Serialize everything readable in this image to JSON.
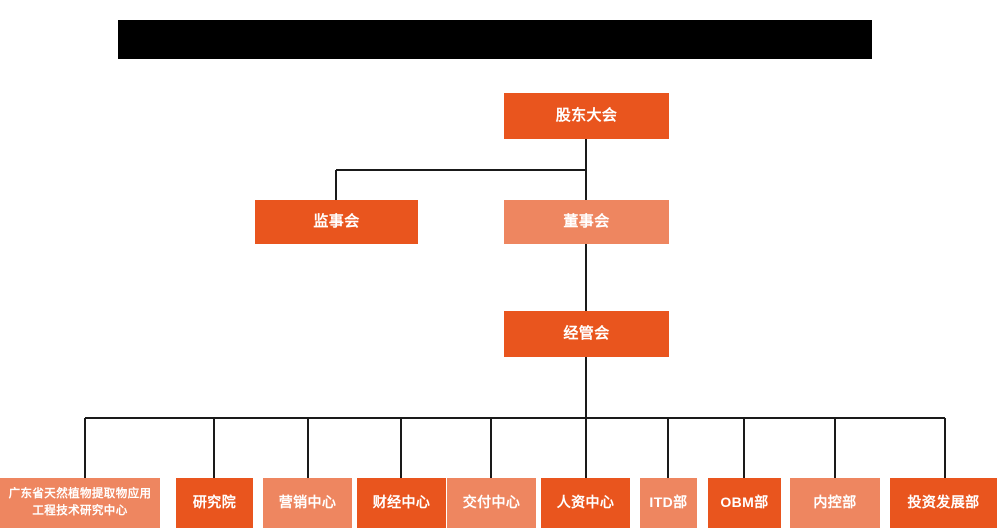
{
  "chart_data": {
    "type": "diagram",
    "diagram_type": "organization-chart",
    "title": "",
    "title_redacted": true,
    "orientation": "top-down",
    "colors": {
      "background": "#ffffff",
      "node_strong": "#E9551E",
      "node_light": "#EE8660",
      "node_text": "#ffffff",
      "connector": "#1a1a1a",
      "redaction": "#000000"
    },
    "levels": [
      {
        "level": 1,
        "nodes": [
          {
            "id": "shareholders",
            "label": "股东大会",
            "fill": "#E9551E"
          }
        ]
      },
      {
        "level": 2,
        "nodes": [
          {
            "id": "supervisors",
            "label": "监事会",
            "fill": "#E9551E"
          },
          {
            "id": "board",
            "label": "董事会",
            "fill": "#EE8660"
          }
        ]
      },
      {
        "level": 3,
        "nodes": [
          {
            "id": "management",
            "label": "经管会",
            "fill": "#E9551E"
          }
        ]
      },
      {
        "level": 4,
        "nodes": [
          {
            "id": "dept-1",
            "label": "广东省天然植物提取物应用工程技术研究中心",
            "fill": "#EE8660",
            "multiline": true
          },
          {
            "id": "dept-2",
            "label": "研究院",
            "fill": "#E9551E"
          },
          {
            "id": "dept-3",
            "label": "营销中心",
            "fill": "#EE8660"
          },
          {
            "id": "dept-4",
            "label": "财经中心",
            "fill": "#E9551E"
          },
          {
            "id": "dept-5",
            "label": "交付中心",
            "fill": "#EE8660"
          },
          {
            "id": "dept-6",
            "label": "人资中心",
            "fill": "#E9551E"
          },
          {
            "id": "dept-7",
            "label": "ITD部",
            "fill": "#EE8660"
          },
          {
            "id": "dept-8",
            "label": "OBM部",
            "fill": "#E9551E"
          },
          {
            "id": "dept-9",
            "label": "内控部",
            "fill": "#EE8660"
          },
          {
            "id": "dept-10",
            "label": "投资发展部",
            "fill": "#E9551E"
          }
        ]
      }
    ],
    "edges": [
      {
        "from": "shareholders",
        "to": "supervisors"
      },
      {
        "from": "shareholders",
        "to": "board"
      },
      {
        "from": "board",
        "to": "management"
      },
      {
        "from": "management",
        "to": "dept-1"
      },
      {
        "from": "management",
        "to": "dept-2"
      },
      {
        "from": "management",
        "to": "dept-3"
      },
      {
        "from": "management",
        "to": "dept-4"
      },
      {
        "from": "management",
        "to": "dept-5"
      },
      {
        "from": "management",
        "to": "dept-6"
      },
      {
        "from": "management",
        "to": "dept-7"
      },
      {
        "from": "management",
        "to": "dept-8"
      },
      {
        "from": "management",
        "to": "dept-9"
      },
      {
        "from": "management",
        "to": "dept-10"
      }
    ]
  },
  "header": {
    "redacted_label": ""
  },
  "tier1": {
    "shareholders": "股东大会"
  },
  "tier2": {
    "supervisors": "监事会",
    "board": "董事会"
  },
  "tier3": {
    "management": "经管会"
  },
  "leaves": [
    {
      "label": "广东省天然植物提取物应用工程技术研究中心"
    },
    {
      "label": "研究院"
    },
    {
      "label": "营销中心"
    },
    {
      "label": "财经中心"
    },
    {
      "label": "交付中心"
    },
    {
      "label": "人资中心"
    },
    {
      "label": "ITD部"
    },
    {
      "label": "OBM部"
    },
    {
      "label": "内控部"
    },
    {
      "label": "投资发展部"
    }
  ]
}
